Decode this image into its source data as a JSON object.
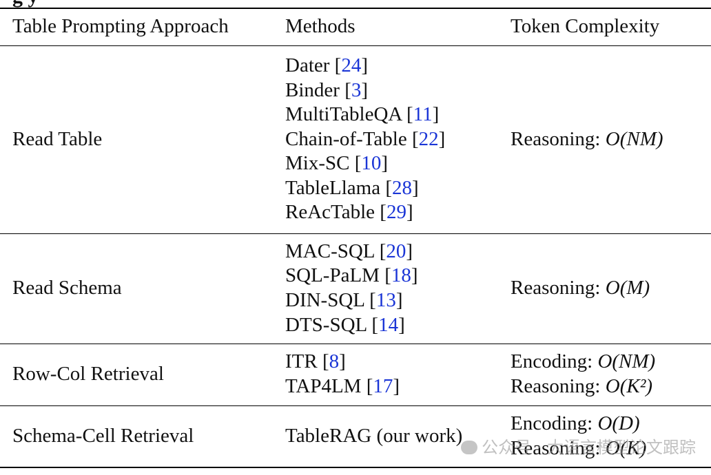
{
  "caption_fragment": "g  y",
  "headers": [
    "Table Prompting Approach",
    "Methods",
    "Token Complexity"
  ],
  "rows": [
    {
      "approach": "Read Table",
      "methods": [
        {
          "name": "Dater",
          "ref": "24"
        },
        {
          "name": "Binder",
          "ref": "3"
        },
        {
          "name": "MultiTableQA",
          "ref": "11"
        },
        {
          "name": "Chain-of-Table",
          "ref": "22"
        },
        {
          "name": "Mix-SC",
          "ref": "10"
        },
        {
          "name": "TableLlama",
          "ref": "28"
        },
        {
          "name": "ReAcTable",
          "ref": "29"
        }
      ],
      "complexity": [
        {
          "label": "Reasoning:",
          "math": "O(NM)"
        }
      ]
    },
    {
      "approach": "Read Schema",
      "methods": [
        {
          "name": "MAC-SQL",
          "ref": "20"
        },
        {
          "name": "SQL-PaLM",
          "ref": "18"
        },
        {
          "name": "DIN-SQL",
          "ref": "13"
        },
        {
          "name": "DTS-SQL",
          "ref": "14"
        }
      ],
      "complexity": [
        {
          "label": "Reasoning:",
          "math": "O(M)"
        }
      ]
    },
    {
      "approach": "Row-Col Retrieval",
      "methods": [
        {
          "name": "ITR",
          "ref": "8"
        },
        {
          "name": "TAP4LM",
          "ref": "17"
        }
      ],
      "complexity": [
        {
          "label": "Encoding:",
          "math": "O(NM)"
        },
        {
          "label": "Reasoning:",
          "math": "O(K²)"
        }
      ]
    },
    {
      "approach": "Schema-Cell Retrieval",
      "methods": [
        {
          "name": "TableRAG (our work)",
          "ref": ""
        }
      ],
      "complexity": [
        {
          "label": "Encoding:",
          "math": "O(D)"
        },
        {
          "label": "Reasoning:",
          "math": "O(K)"
        }
      ]
    }
  ],
  "watermark": "公众号 · 大语言模型论文跟踪",
  "watermark_icon": "wechat-icon"
}
